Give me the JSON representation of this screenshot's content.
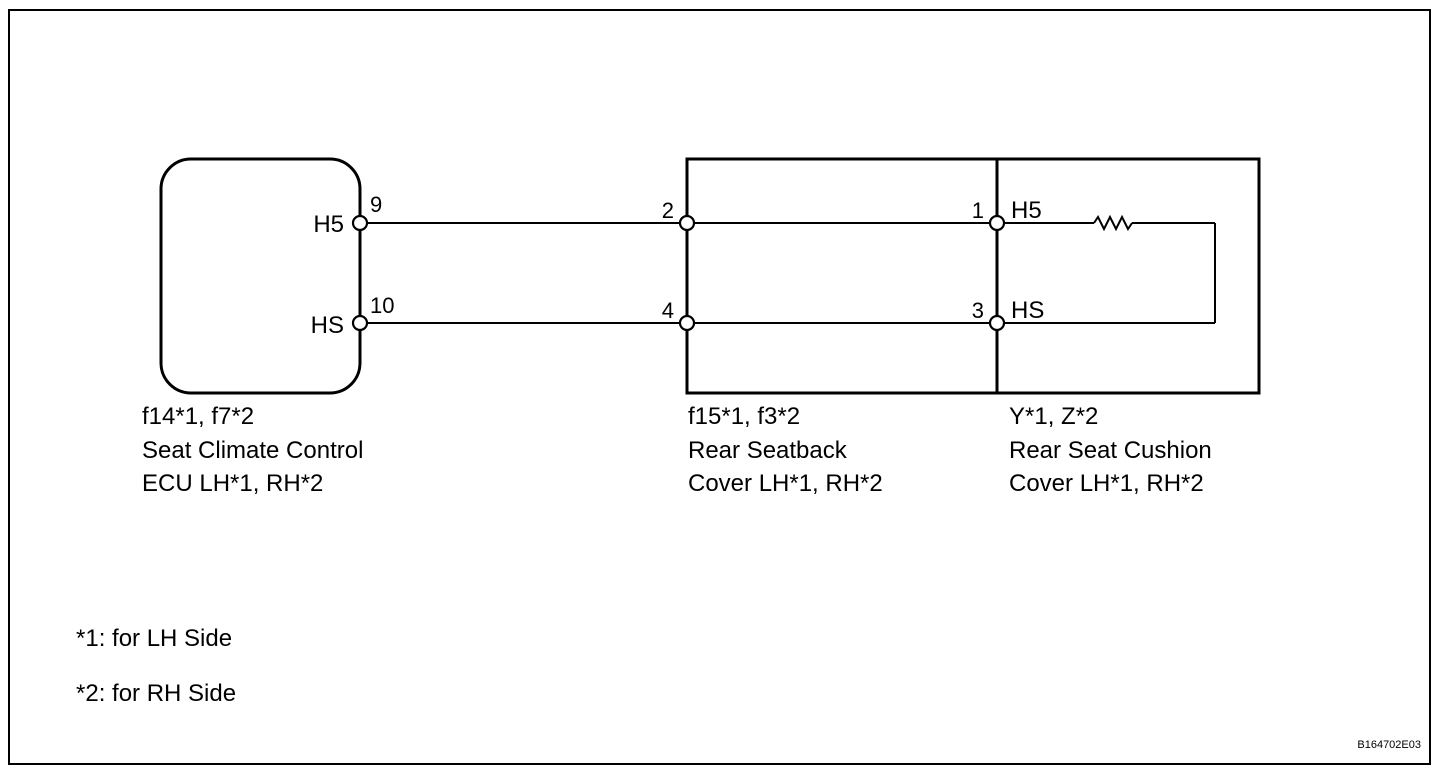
{
  "ecu": {
    "terminal_top": "H5",
    "terminal_bottom": "HS",
    "pin_top": "9",
    "pin_bottom": "10",
    "caption": [
      "f14*1, f7*2",
      "Seat Climate Control",
      "ECU LH*1, RH*2"
    ]
  },
  "seatback": {
    "pin_top": "2",
    "pin_bottom": "4",
    "caption": [
      "f15*1, f3*2",
      "Rear Seatback",
      "Cover LH*1, RH*2"
    ]
  },
  "cushion": {
    "terminal_top": "H5",
    "terminal_bottom": "HS",
    "pin_top": "1",
    "pin_bottom": "3",
    "caption": [
      "Y*1, Z*2",
      "Rear Seat Cushion",
      "Cover LH*1, RH*2"
    ]
  },
  "notes": [
    "*1: for LH Side",
    "*2: for RH Side"
  ],
  "figure_code": "B164702E03"
}
